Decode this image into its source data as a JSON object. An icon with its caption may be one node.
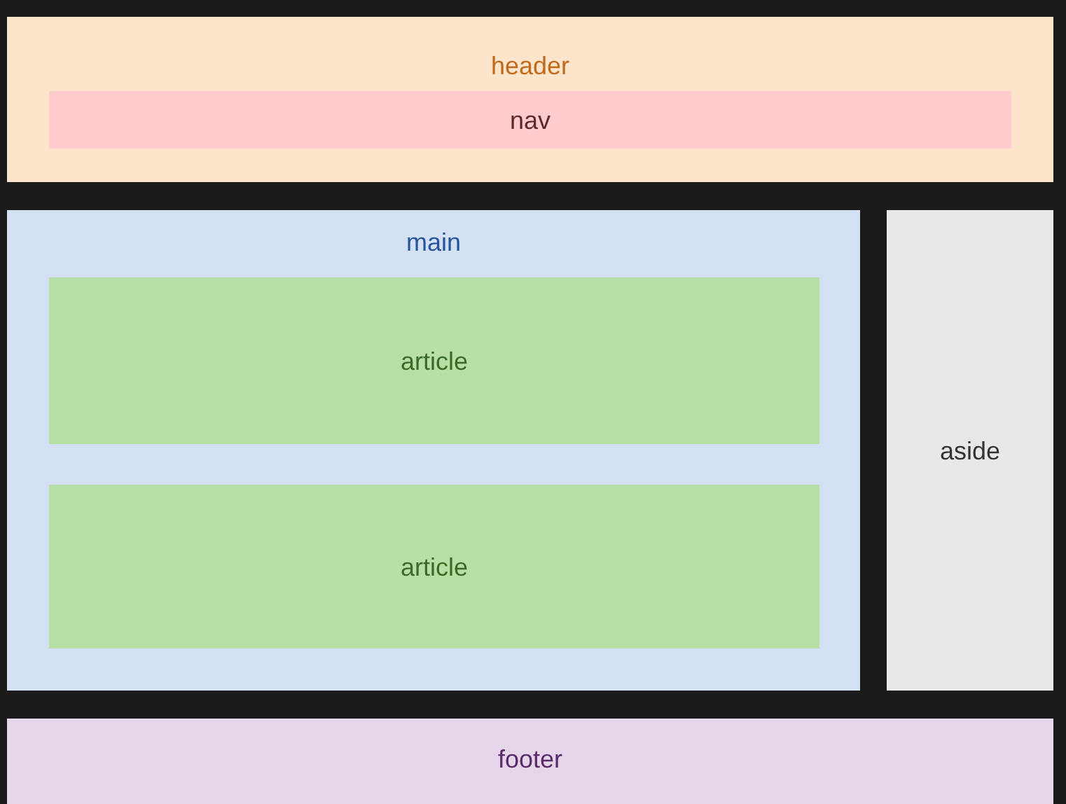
{
  "diagram": {
    "nodes": [
      {
        "text": [
          "header"
        ]
      },
      {
        "text": [
          "nav"
        ],
        "in": 0
      },
      {
        "text": [
          "main"
        ]
      },
      {
        "text": [
          "article"
        ],
        "in": 2
      },
      {
        "text": [
          "article"
        ],
        "in": 2
      },
      {
        "text": [
          "aside"
        ]
      },
      {
        "text": [
          "footer"
        ]
      }
    ]
  }
}
